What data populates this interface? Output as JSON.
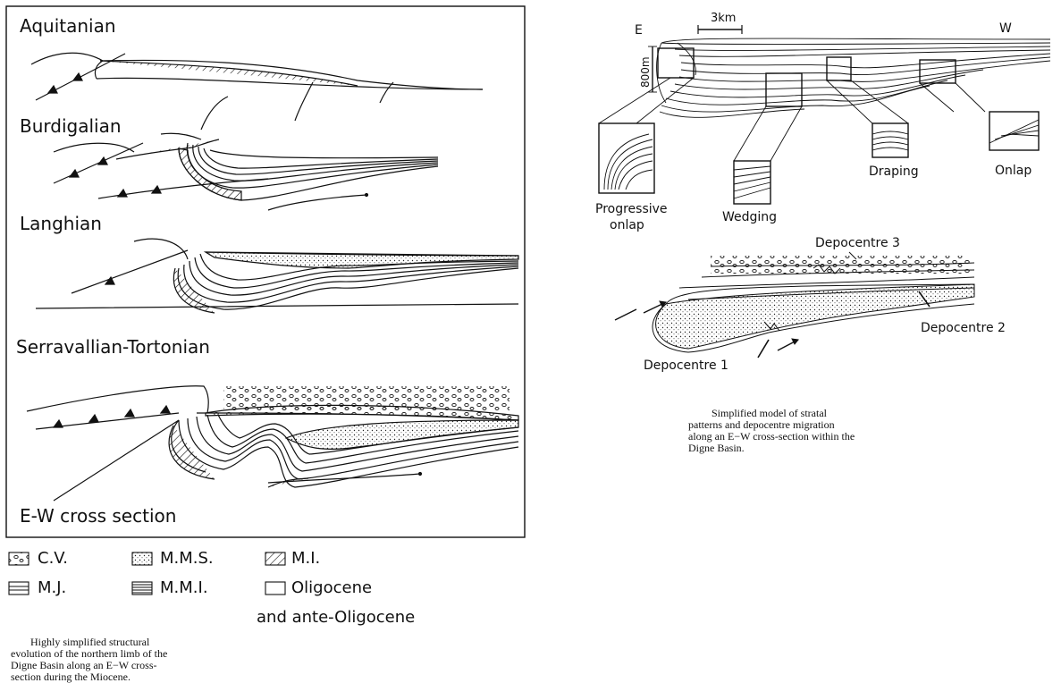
{
  "figure_left": {
    "stages": [
      "Aquitanian",
      "Burdigalian",
      "Langhian",
      "Serravallian-Tortonian"
    ],
    "section_label": "E-W cross section",
    "legend": {
      "cv": "C.V.",
      "mms": "M.M.S.",
      "mi": "M.I.",
      "mj": "M.J.",
      "mmi": "M.M.I.",
      "oligo_line1": "Oligocene",
      "oligo_line2": "and ante-Oligocene"
    },
    "caption": "Highly simplified structural evolution of the northern limb of the Digne Basin along an E−W cross-section during the Miocene."
  },
  "figure_right": {
    "east_label": "E",
    "west_label": "W",
    "scale_label": "3km",
    "height_label": "800m",
    "patterns": {
      "progressive_onlap_line1": "Progressive",
      "progressive_onlap_line2": "onlap",
      "wedging": "Wedging",
      "draping": "Draping",
      "onlap": "Onlap"
    },
    "depocentres": {
      "d1": "Depocentre 1",
      "d2": "Depocentre 2",
      "d3": "Depocentre 3"
    },
    "caption": "Simplified model of stratal patterns and depocentre migration along an E−W cross-section within the Digne Basin."
  }
}
